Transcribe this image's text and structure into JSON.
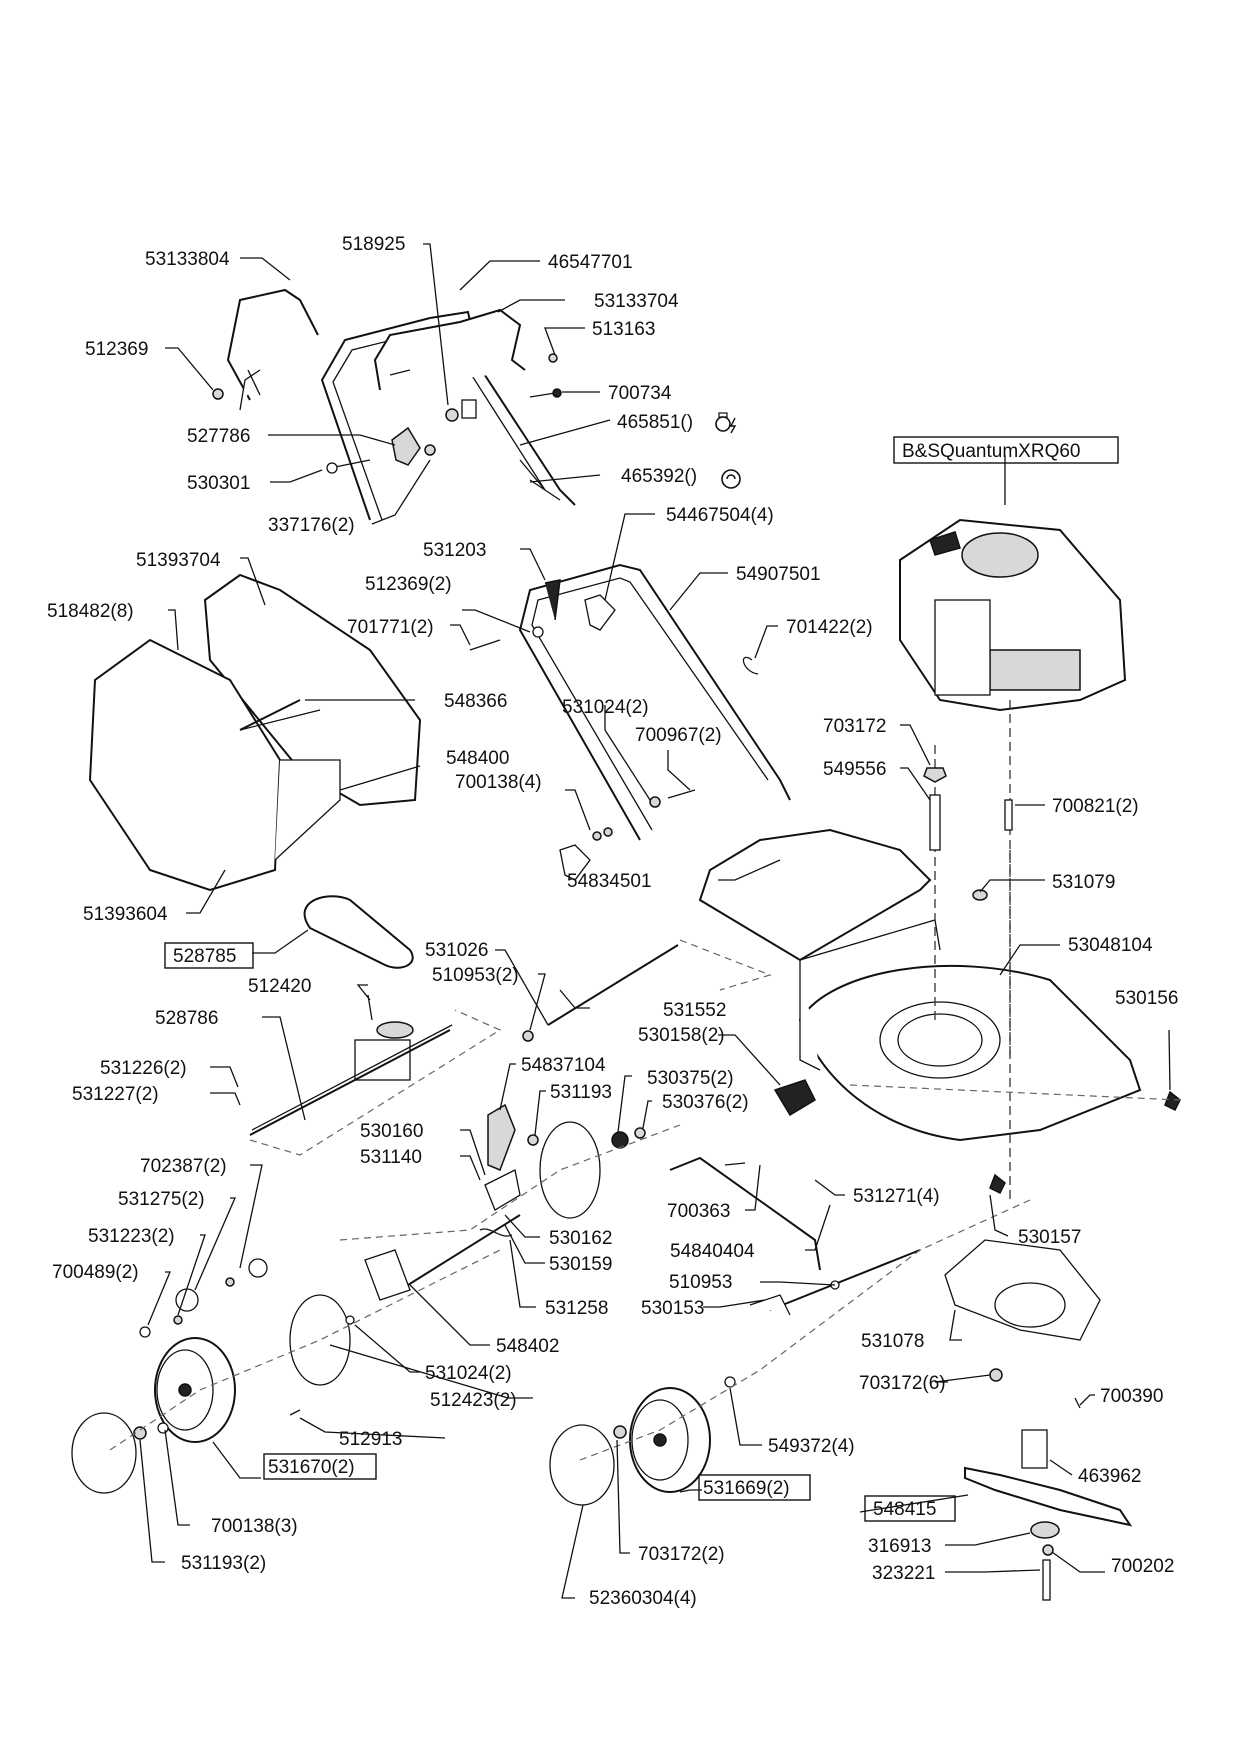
{
  "title": "Lawn mower exploded parts diagram",
  "engine": {
    "label": "B&SQuantumXRQ60"
  },
  "labels": [
    {
      "id": "53133804",
      "text": "53133804"
    },
    {
      "id": "518925",
      "text": "518925"
    },
    {
      "id": "46547701",
      "text": "46547701"
    },
    {
      "id": "53133704",
      "text": "53133704"
    },
    {
      "id": "512369",
      "text": "512369"
    },
    {
      "id": "513163",
      "text": "513163"
    },
    {
      "id": "700734",
      "text": "700734"
    },
    {
      "id": "527786",
      "text": "527786"
    },
    {
      "id": "465851",
      "text": "465851()"
    },
    {
      "id": "530301",
      "text": "530301"
    },
    {
      "id": "465392",
      "text": "465392()"
    },
    {
      "id": "337176",
      "text": "337176(2)"
    },
    {
      "id": "531203",
      "text": "531203"
    },
    {
      "id": "54467504",
      "text": "54467504(4)"
    },
    {
      "id": "51393704",
      "text": "51393704"
    },
    {
      "id": "512369-2",
      "text": "512369(2)"
    },
    {
      "id": "54907501",
      "text": "54907501"
    },
    {
      "id": "518482",
      "text": "518482(8)"
    },
    {
      "id": "701771",
      "text": "701771(2)"
    },
    {
      "id": "701422",
      "text": "701422(2)"
    },
    {
      "id": "548366",
      "text": "548366"
    },
    {
      "id": "531024-a",
      "text": "531024(2)"
    },
    {
      "id": "703172-a",
      "text": "703172"
    },
    {
      "id": "700967",
      "text": "700967(2)"
    },
    {
      "id": "549556",
      "text": "549556"
    },
    {
      "id": "548400",
      "text": "548400"
    },
    {
      "id": "700138-4",
      "text": "700138(4)"
    },
    {
      "id": "700821",
      "text": "700821(2)"
    },
    {
      "id": "531079",
      "text": "531079"
    },
    {
      "id": "54834501",
      "text": "54834501"
    },
    {
      "id": "51393604",
      "text": "51393604"
    },
    {
      "id": "53048104",
      "text": "53048104"
    },
    {
      "id": "528785",
      "text": "528785",
      "boxed": true
    },
    {
      "id": "531026",
      "text": "531026"
    },
    {
      "id": "510953-2",
      "text": "510953(2)"
    },
    {
      "id": "530156",
      "text": "530156"
    },
    {
      "id": "512420",
      "text": "512420"
    },
    {
      "id": "531552",
      "text": "531552"
    },
    {
      "id": "528786",
      "text": "528786"
    },
    {
      "id": "530158",
      "text": "530158(2)"
    },
    {
      "id": "531226",
      "text": "531226(2)"
    },
    {
      "id": "54837104",
      "text": "54837104"
    },
    {
      "id": "531227",
      "text": "531227(2)"
    },
    {
      "id": "531193",
      "text": "531193"
    },
    {
      "id": "530375",
      "text": "530375(2)"
    },
    {
      "id": "530376",
      "text": "530376(2)"
    },
    {
      "id": "530160",
      "text": "530160"
    },
    {
      "id": "531140",
      "text": "531140"
    },
    {
      "id": "531271",
      "text": "531271(4)"
    },
    {
      "id": "702387",
      "text": "702387(2)"
    },
    {
      "id": "531275",
      "text": "531275(2)"
    },
    {
      "id": "700363",
      "text": "700363"
    },
    {
      "id": "531223",
      "text": "531223(2)"
    },
    {
      "id": "530162",
      "text": "530162"
    },
    {
      "id": "530157",
      "text": "530157"
    },
    {
      "id": "700489",
      "text": "700489(2)"
    },
    {
      "id": "530159",
      "text": "530159"
    },
    {
      "id": "54840404",
      "text": "54840404"
    },
    {
      "id": "510953",
      "text": "510953"
    },
    {
      "id": "531258",
      "text": "531258"
    },
    {
      "id": "530153",
      "text": "530153"
    },
    {
      "id": "548402",
      "text": "548402"
    },
    {
      "id": "531078",
      "text": "531078"
    },
    {
      "id": "531024-b",
      "text": "531024(2)"
    },
    {
      "id": "512423",
      "text": "512423(2)"
    },
    {
      "id": "703172-6",
      "text": "703172(6)"
    },
    {
      "id": "700390",
      "text": "700390"
    },
    {
      "id": "512913",
      "text": "512913"
    },
    {
      "id": "549372",
      "text": "549372(4)"
    },
    {
      "id": "531670",
      "text": "531670(2)",
      "boxed": true
    },
    {
      "id": "463962",
      "text": "463962"
    },
    {
      "id": "531669",
      "text": "531669(2)",
      "boxed": true
    },
    {
      "id": "548415",
      "text": "548415",
      "boxed": true
    },
    {
      "id": "700138-3",
      "text": "700138(3)"
    },
    {
      "id": "703172-2",
      "text": "703172(2)"
    },
    {
      "id": "316913",
      "text": "316913"
    },
    {
      "id": "700202",
      "text": "700202"
    },
    {
      "id": "531193-2",
      "text": "531193(2)"
    },
    {
      "id": "323221",
      "text": "323221"
    },
    {
      "id": "52360304",
      "text": "52360304(4)"
    }
  ],
  "symbols": {
    "465851": "engine-stop-lever-symbol",
    "465392": "drive-engage-symbol"
  }
}
